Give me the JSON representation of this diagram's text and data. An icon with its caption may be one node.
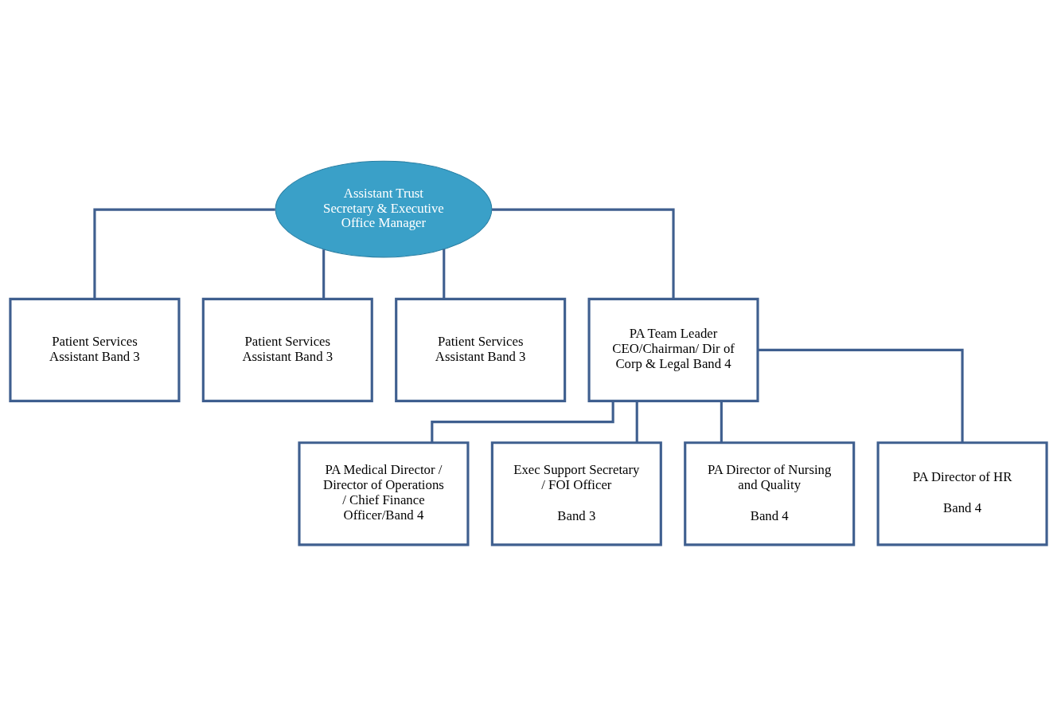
{
  "diagram": {
    "nodes": [
      {
        "text": [
          "Assistant Trust Secretary & Executive Office Manager"
        ]
      },
      {
        "text": [
          "Patient Services Assistant Band 3"
        ]
      },
      {
        "text": [
          "Patient Services Assistant Band 3"
        ]
      },
      {
        "text": [
          "Patient Services Assistant Band 3"
        ]
      },
      {
        "text": [
          "PA Team Leader CEO/Chairman/ Dir of Corp & Legal Band 4"
        ]
      },
      {
        "text": [
          "PA Medical Director / Director of Operations / Chief Finance Officer/Band 4"
        ]
      },
      {
        "text": [
          "Exec Support Secretary / FOI Officer",
          "Band 3"
        ]
      },
      {
        "text": [
          "PA Director of Nursing and Quality",
          "Band 4"
        ]
      },
      {
        "text": [
          "PA Director of HR",
          "Band 4"
        ]
      }
    ],
    "edges": [
      {
        "from": 0,
        "to": 1,
        "arrow": "none"
      },
      {
        "from": 0,
        "to": 2,
        "arrow": "none"
      },
      {
        "from": 0,
        "to": 3,
        "arrow": "none"
      },
      {
        "from": 0,
        "to": 4,
        "arrow": "none"
      },
      {
        "from": 4,
        "to": 5,
        "arrow": "none"
      },
      {
        "from": 4,
        "to": 6,
        "arrow": "none"
      },
      {
        "from": 4,
        "to": 7,
        "arrow": "none"
      },
      {
        "from": 4,
        "to": 8,
        "arrow": "none"
      }
    ]
  }
}
